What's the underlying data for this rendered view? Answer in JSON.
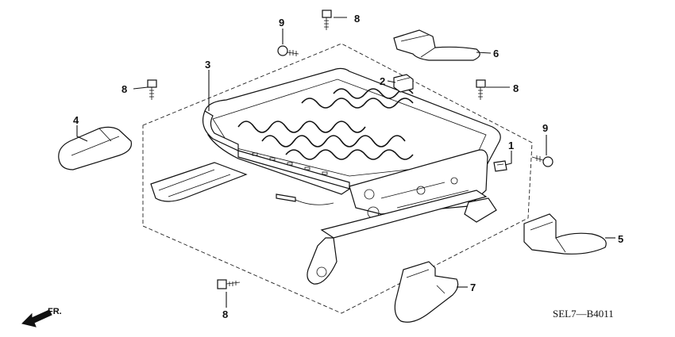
{
  "diagram": {
    "callouts": [
      {
        "id": "c1",
        "label": "1"
      },
      {
        "id": "c2",
        "label": "2"
      },
      {
        "id": "c3",
        "label": "3"
      },
      {
        "id": "c4",
        "label": "4"
      },
      {
        "id": "c5",
        "label": "5"
      },
      {
        "id": "c6",
        "label": "6"
      },
      {
        "id": "c7",
        "label": "7"
      },
      {
        "id": "c8a",
        "label": "8"
      },
      {
        "id": "c8b",
        "label": "8"
      },
      {
        "id": "c8c",
        "label": "8"
      },
      {
        "id": "c8d",
        "label": "8"
      },
      {
        "id": "c9a",
        "label": "9"
      },
      {
        "id": "c9b",
        "label": "9"
      }
    ],
    "diagram_code": "SEL7—B4011",
    "direction_label": "FR."
  }
}
